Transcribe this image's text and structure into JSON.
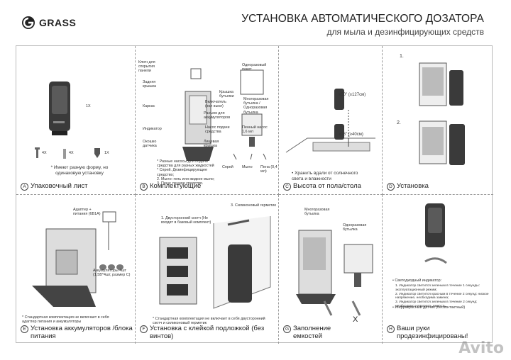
{
  "brand": {
    "name": "GRASS"
  },
  "header": {
    "title": "УСТАНОВКА АВТОМАТИЧЕСКОГО ДОЗАТОРА",
    "subtitle": "для мыла и дезинфицирующих средств"
  },
  "panels": {
    "a": {
      "letter": "A",
      "caption": "Упаковочный лист",
      "qty_dispenser": "1X",
      "qty_screws": "4X",
      "qty_anchors": "4X",
      "qty_key": "1X",
      "note": "* Имеют разную форму, но одинаковую установку"
    },
    "b": {
      "letter": "B",
      "caption": "Комплектующие",
      "labels": {
        "key": "Ключ для открытия панели",
        "rear_cover": "Задняя крышка",
        "frame": "Каркас",
        "indicator": "Индикатор",
        "sensor_window": "Окошко датчика",
        "switch": "Включатель (вкл выкл)",
        "battery_slot": "Разъем для аккумуляторов",
        "pump": "Насос подачи средства",
        "front_cover": "Лицевая крышка",
        "disposable_bag": "Одноразовый пакет",
        "bottle_cap": "Крышка бутылки",
        "reusable_bottle": "Многоразовая бутылка /Одноразовая бутылка",
        "foam_pump": "Пенный насос 1,6 мл"
      },
      "nozzles": [
        "Спрей",
        "Мыло",
        "Пена (0,4 мл)"
      ],
      "note": "* Разные насосы для подачи средства для разных жидкостей\n* Спрей. Дезинфицирующее средство;\n2. Мыло: гель или жидкое мыло;\n3. Пена: пенное средство."
    },
    "c": {
      "letter": "C",
      "caption": "Высота от пола/стола",
      "height1": "≥50\" (≥127см)",
      "height2": "≥16\" (≥40см)",
      "note": "• Хранить вдали от солнечного света и влажности"
    },
    "d": {
      "letter": "D",
      "caption": "Установка",
      "step1": "1.",
      "step2": "2."
    },
    "e": {
      "letter": "E",
      "caption": "Установка аккумуляторов /блока питания",
      "adapter": "Адаптер + питания (6В1А)",
      "batteries": "Аккумуляторы 4шт (1,5В*4шт, размер C)",
      "note": "* Стандартная комплектация не включает в себя адаптер питания и аккумуляторы"
    },
    "f": {
      "letter": "F",
      "caption": "Установка с клейкой подложкой (без винтов)",
      "tape": "1. Двусторонний скотч (Не входит в базовый комплект)",
      "sealant": "3. Силиконовый герметик",
      "note": "* Стандартная комплектация не включает в себя двусторонний скотч и силиконовый герметик"
    },
    "g": {
      "letter": "G",
      "caption": "Заполнение емкостей",
      "reusable_bottle": "Многоразовая бутылка",
      "disposable_bottle": "Одноразовая бутылка",
      "mark": "X"
    },
    "h": {
      "letter": "H",
      "caption": "Ваши руки продезинфицированы!",
      "indicator_title": "• Светодиодный индикатор:",
      "indicator_lines": "1. Индикатор светится зеленым в течение 1 секунды: эксплуатационный режим;\n2. Индикатор светится красным в течение 2 секунд: низкое напряжение, необходима замена;\n3. Индикатор светится зеленым в течение 2 секунд: необходимо наполнить емкость.",
      "sensor": "• Инфракрасный датчик (бесконтактный)"
    }
  },
  "watermark": "Avito"
}
